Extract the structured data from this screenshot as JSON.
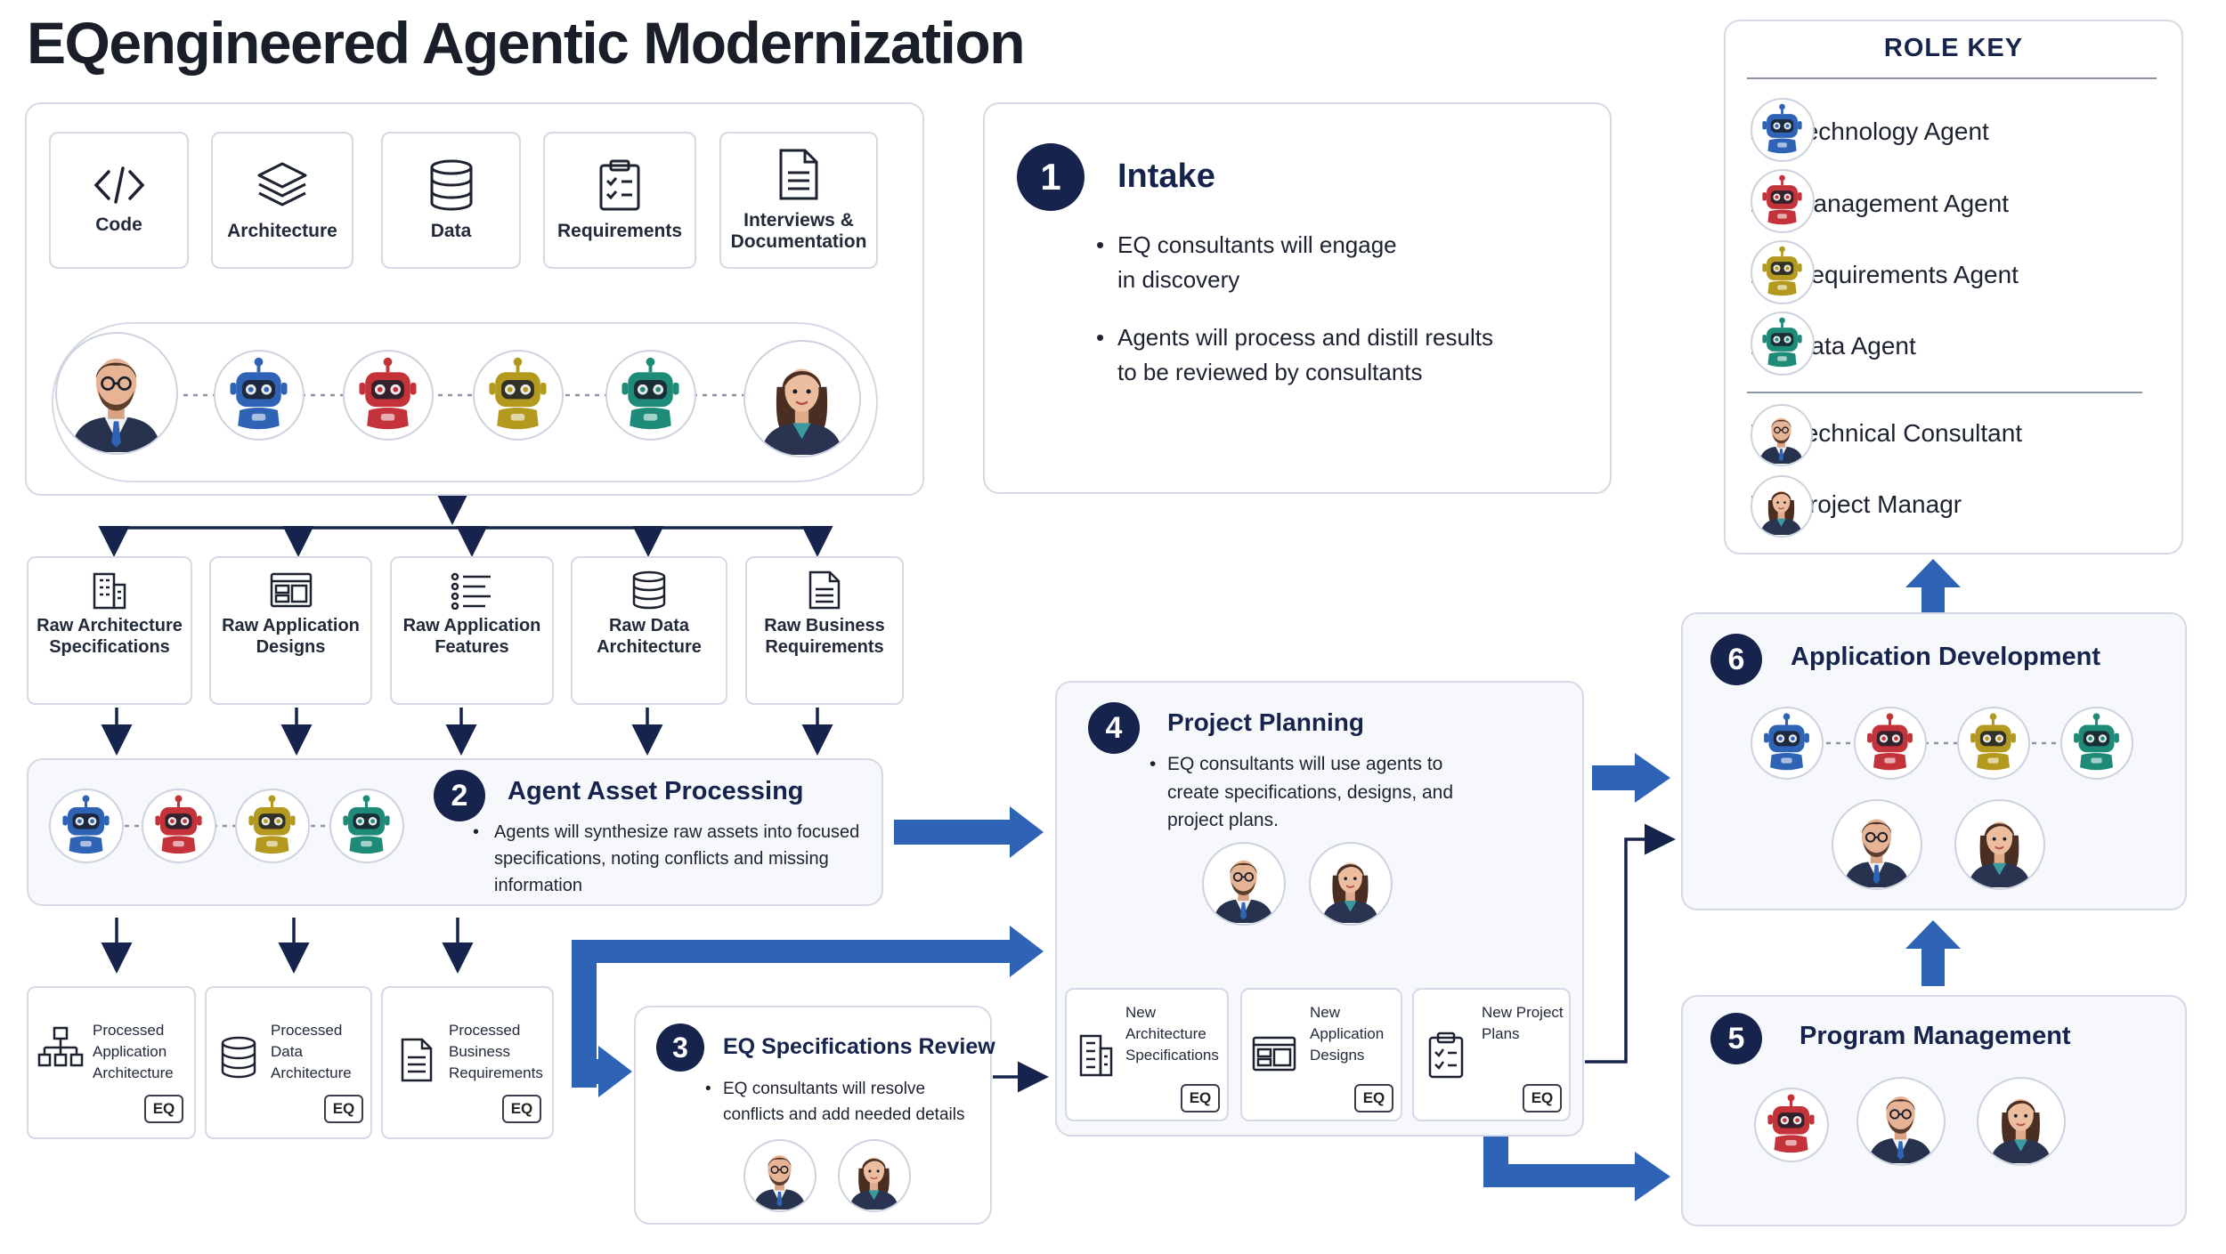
{
  "title": "EQengineered Agentic Modernization",
  "colors": {
    "navy": "#16234d",
    "arrow_blue": "#2f63b5",
    "tech": "#2f63b5",
    "mgmt": "#c4323a",
    "req": "#b39a1f",
    "data": "#1e8a78"
  },
  "inputs": [
    "Code",
    "Architecture",
    "Data",
    "Requirements",
    "Interviews & Documentation"
  ],
  "input_icons": [
    "code-icon",
    "layers-icon",
    "database-icon",
    "clipboard-icon",
    "document-icon"
  ],
  "raw_assets": [
    "Raw Architecture Specifications",
    "Raw Application Designs",
    "Raw Application Features",
    "Raw Data Architecture",
    "Raw Business Requirements"
  ],
  "processed_assets": [
    "Processed Application Architecture",
    "Processed Data Architecture",
    "Processed Business Requirements"
  ],
  "eq_badge": "EQ",
  "steps": {
    "s1": {
      "num": "1",
      "title": "Intake",
      "bullets": [
        "EQ consultants will engage in discovery",
        "Agents will process and distill results to be reviewed by consultants"
      ]
    },
    "s2": {
      "num": "2",
      "title": "Agent Asset Processing",
      "bullets": [
        "Agents will synthesize raw assets into focused specifications, noting conflicts and missing information"
      ]
    },
    "s3": {
      "num": "3",
      "title": "EQ Specifications Review",
      "bullets": [
        "EQ consultants will resolve conflicts and add needed details"
      ]
    },
    "s4": {
      "num": "4",
      "title": "Project Planning",
      "bullets": [
        "EQ consultants will use agents to create specifications, designs, and project plans."
      ]
    },
    "s5": {
      "num": "5",
      "title": "Program Management"
    },
    "s6": {
      "num": "6",
      "title": "Application Development"
    }
  },
  "new_assets": [
    "New Architecture Specifications",
    "New Application Designs",
    "New Project Plans"
  ],
  "role_key": {
    "title": "ROLE KEY",
    "roles": [
      "EQ Technology Agent",
      "EQ Management Agent",
      "EQ Requirements Agent",
      "EQ Data Agent",
      "EQ Technical Consultant",
      "EQ Project Managr"
    ]
  }
}
